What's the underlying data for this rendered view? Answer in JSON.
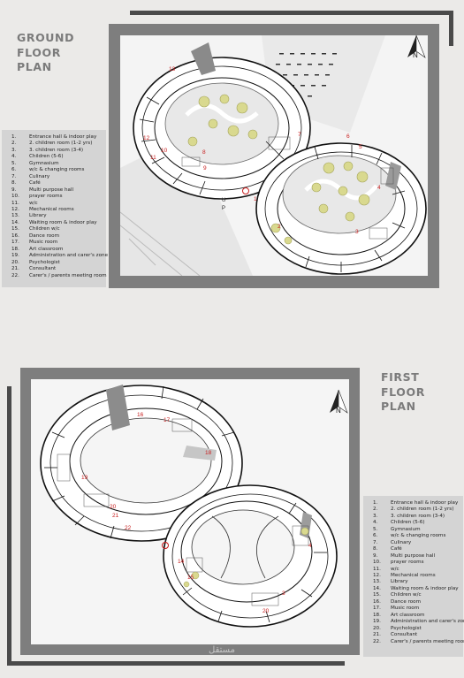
{
  "ground": {
    "title": "GROUND\nFLOOR\nPLAN",
    "north": "N",
    "up_label": [
      "U",
      "P"
    ],
    "room_numbers": [
      "13",
      "12",
      "11",
      "10",
      "9",
      "8",
      "7",
      "6",
      "5",
      "4",
      "3",
      "2",
      "1"
    ]
  },
  "first": {
    "title": "FIRST\nFLOOR\nPLAN",
    "north": "N",
    "room_numbers": [
      "16",
      "17",
      "18",
      "19",
      "20",
      "21",
      "22",
      "4",
      "14",
      "15",
      "3",
      "20"
    ]
  },
  "legend_items": [
    {
      "num": "1.",
      "text": "Entrance hall & indoor play"
    },
    {
      "num": "2.",
      "text": "2. children room (1-2 yrs)"
    },
    {
      "num": "3.",
      "text": "3. children room (3-4)"
    },
    {
      "num": "4.",
      "text": "Children (5-6)"
    },
    {
      "num": "5.",
      "text": "Gymnasium"
    },
    {
      "num": "6.",
      "text": "w/c & changing rooms"
    },
    {
      "num": "7.",
      "text": "Culinary"
    },
    {
      "num": "8.",
      "text": "Café"
    },
    {
      "num": "9.",
      "text": "Multi purpose hall"
    },
    {
      "num": "10.",
      "text": " prayer rooms"
    },
    {
      "num": "11.",
      "text": "w/c"
    },
    {
      "num": "12.",
      "text": "Mechanical rooms"
    },
    {
      "num": "13.",
      "text": "Library"
    },
    {
      "num": "14.",
      "text": "Waiting room & indoor play"
    },
    {
      "num": "15.",
      "text": "Children w/c"
    },
    {
      "num": "16.",
      "text": "Dance room"
    },
    {
      "num": "17.",
      "text": "Music room"
    },
    {
      "num": "18.",
      "text": "Art classroom"
    },
    {
      "num": "19.",
      "text": "Administration and carer's zone"
    },
    {
      "num": "20.",
      "text": "Psychologist"
    },
    {
      "num": "21.",
      "text": "Consultant"
    },
    {
      "num": "22.",
      "text": "Carer's / parents meeting room"
    }
  ],
  "watermark": "مستقل"
}
